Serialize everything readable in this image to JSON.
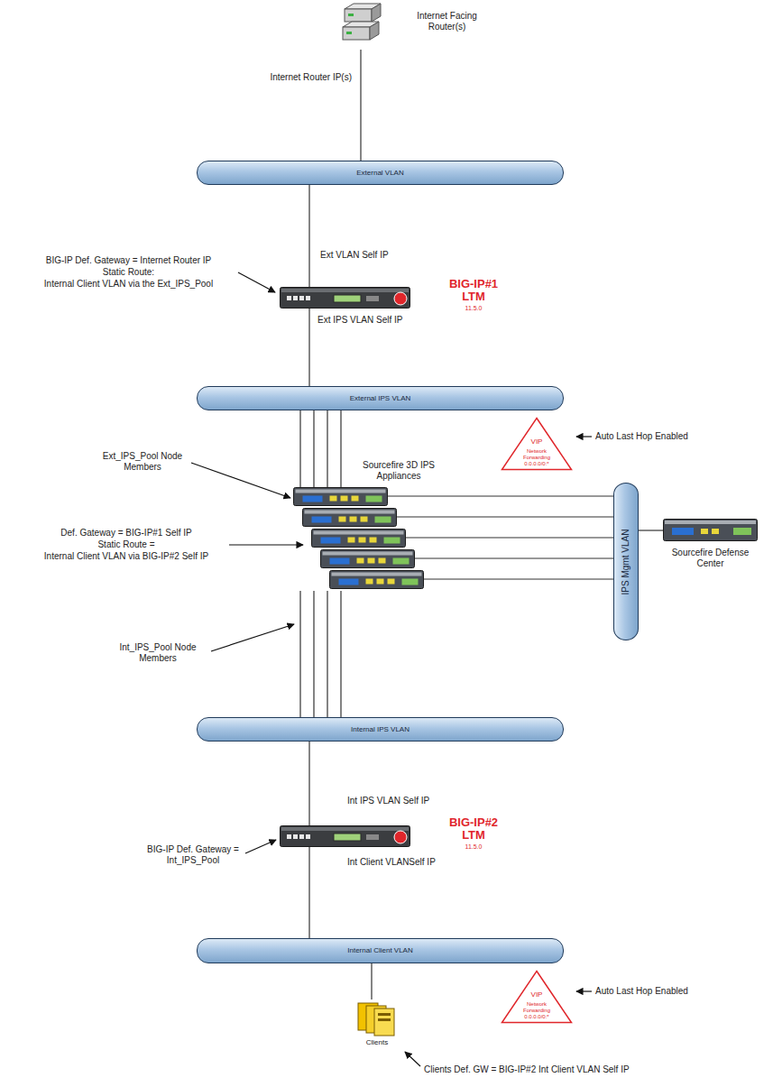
{
  "diagram": {
    "nodes": [
      {
        "text": [
          "Internet Facing Router(s)"
        ]
      },
      {
        "text": [
          "External VLAN"
        ]
      },
      {
        "text": [
          "BIG-IP#1 LTM",
          "11.5.0"
        ]
      },
      {
        "text": [
          "External IPS VLAN"
        ]
      },
      {
        "text": [
          "VIP",
          "Network Forwarding 0.0.0.0/0:*"
        ]
      },
      {
        "text": [
          "Sourcefire 3D IPS Appliances"
        ]
      },
      {
        "text": [
          "IPS Mgmt VLAN"
        ]
      },
      {
        "text": [
          "Sourcefire Defense Center"
        ]
      },
      {
        "text": [
          "Internal IPS VLAN"
        ]
      },
      {
        "text": [
          "BIG-IP#2 LTM",
          "11.5.0"
        ]
      },
      {
        "text": [
          "Internal Client VLAN"
        ]
      },
      {
        "text": [
          "VIP",
          "Network Forwarding 0.0.0.0/0:*"
        ]
      },
      {
        "text": [
          "Clients"
        ]
      }
    ],
    "edges": [
      {
        "from": 0,
        "to": 1,
        "arrow": "none"
      },
      {
        "from": 1,
        "to": 2,
        "arrow": "none"
      },
      {
        "from": 2,
        "to": 3,
        "arrow": "none"
      },
      {
        "from": 3,
        "to": 5,
        "arrow": "none"
      },
      {
        "from": 5,
        "to": 8,
        "arrow": "none"
      },
      {
        "from": 5,
        "to": 6,
        "arrow": "none"
      },
      {
        "from": 6,
        "to": 7,
        "arrow": "none"
      },
      {
        "from": 8,
        "to": 9,
        "arrow": "none"
      },
      {
        "from": 9,
        "to": 10,
        "arrow": "none"
      },
      {
        "from": 10,
        "to": 12,
        "arrow": "none"
      }
    ],
    "labels": [
      "Internet Router IP(s)",
      "Ext VLAN Self IP",
      "Ext IPS VLAN Self IP",
      "BIG-IP Def. Gateway = Internet Router IP",
      "Static Route:",
      "Internal Client VLAN via the Ext_IPS_Pool",
      "Auto Last Hop Enabled",
      "Ext_IPS_Pool Node Members",
      "Def. Gateway = BIG-IP#1 Self IP",
      "Static Route =",
      "Internal Client VLAN via BIG-IP#2 Self IP",
      "Int_IPS_Pool Node Members",
      "Int IPS VLAN Self IP",
      "Int Client VLANSelf IP",
      "BIG-IP Def. Gateway = Int_IPS_Pool",
      "Auto Last Hop Enabled",
      "Clients Def. GW = BIG-IP#2 Int Client VLAN Self IP"
    ]
  }
}
